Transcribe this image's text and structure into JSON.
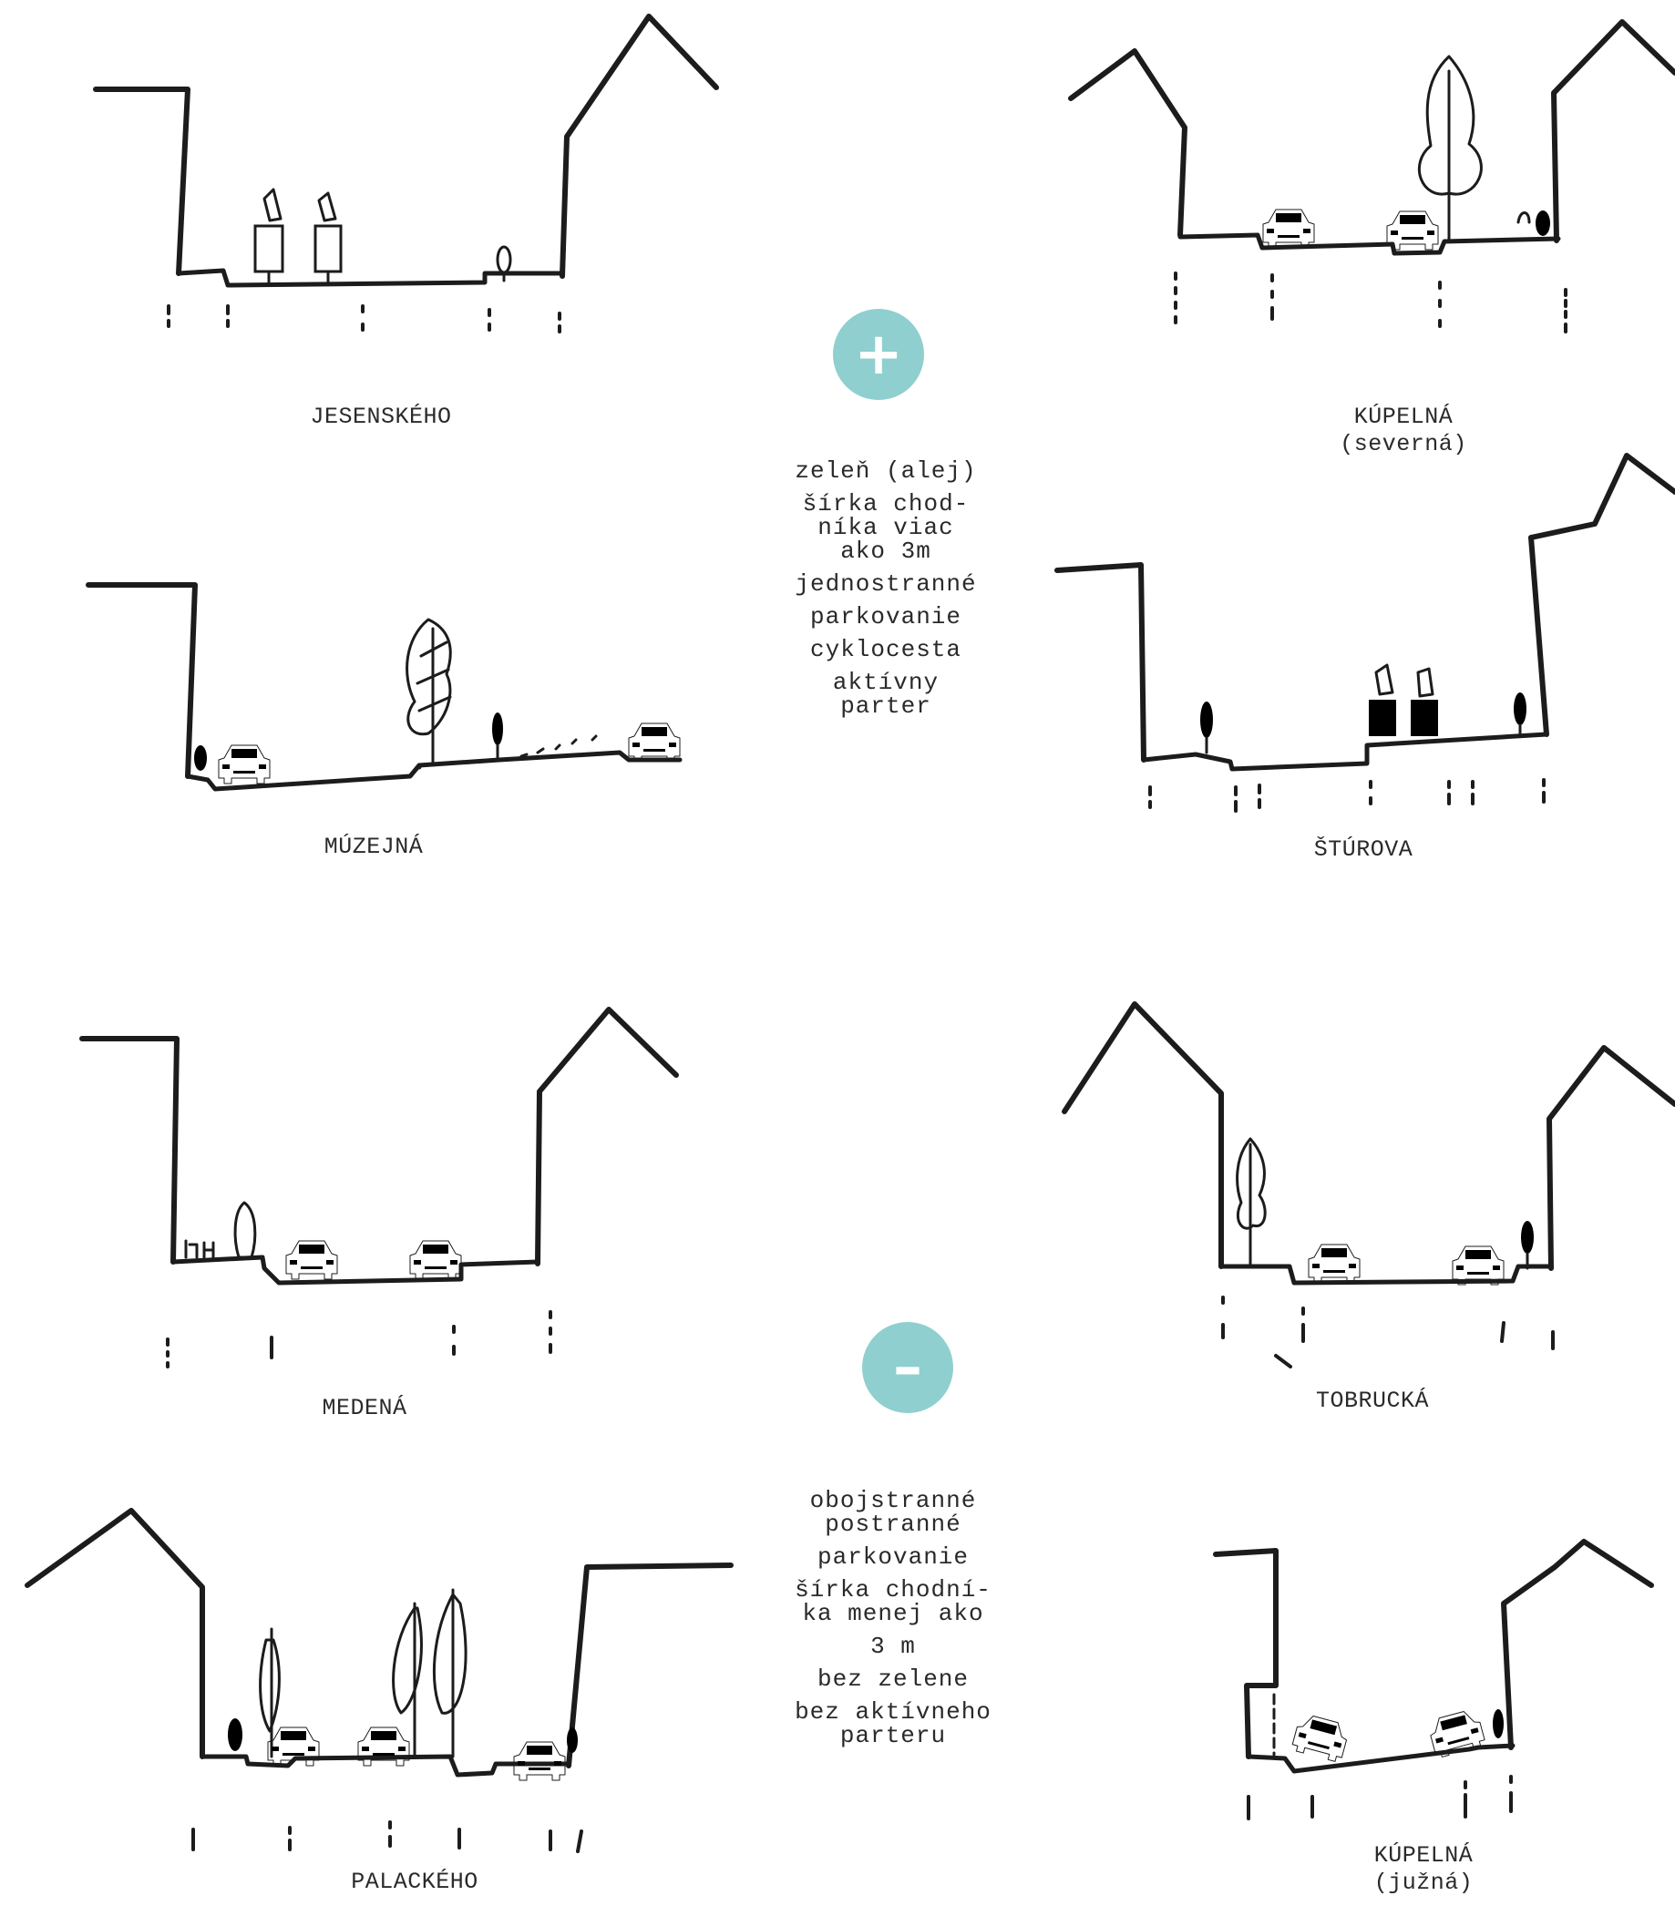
{
  "positive": {
    "symbol": "+",
    "criteria": [
      "zeleň (alej)",
      "šírka chod-\nníka viac\nako 3m",
      "jednostranné",
      "parkovanie",
      "cyklocesta",
      "aktívny\nparter"
    ]
  },
  "negative": {
    "symbol": "–",
    "criteria": [
      "obojstranné\npostranné",
      "parkovanie",
      "šírka chodní-\nka menej ako",
      "3 m",
      "bez zelene",
      "bez aktívneho\nparteru"
    ]
  },
  "streets": {
    "jesenskeho": "JESENSKÉHO",
    "kupelna_severna": "KÚPELNÁ\n(severná)",
    "muzejna": "MÚZEJNÁ",
    "sturova": "ŠTÚROVA",
    "medena": "MEDENÁ",
    "tobrucka": "TOBRUCKÁ",
    "palackeho": "PALACKÉHO",
    "kupelna_juzna": "KÚPELNÁ\n(južná)"
  },
  "colors": {
    "accent": "#8fcfcf",
    "ink": "#1c1c1c"
  }
}
